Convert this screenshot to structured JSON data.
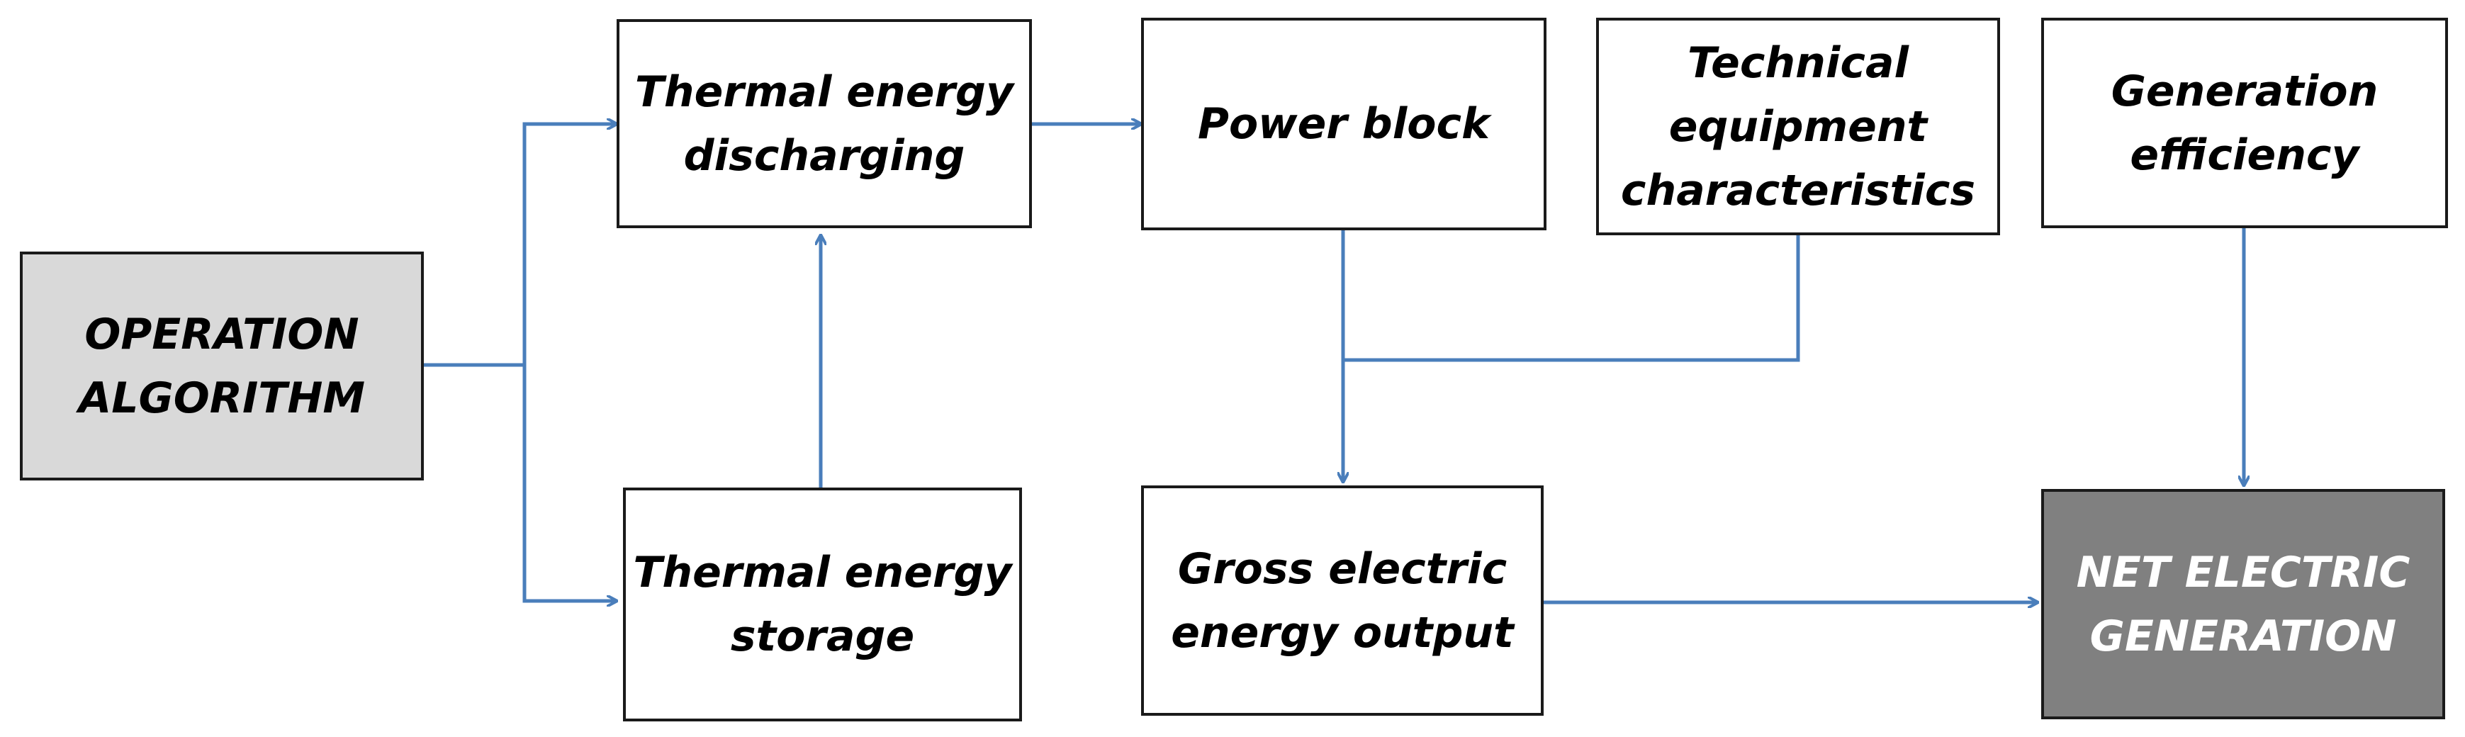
{
  "diagram": {
    "nodes": {
      "operation_algorithm": {
        "lines": [
          "OPERATION",
          "ALGORITHM"
        ]
      },
      "thermal_energy_discharging": {
        "lines": [
          "Thermal energy",
          "discharging"
        ]
      },
      "thermal_energy_storage": {
        "lines": [
          "Thermal energy",
          "storage"
        ]
      },
      "power_block": {
        "lines": [
          "Power block"
        ]
      },
      "technical_equipment_characteristics": {
        "lines": [
          "Technical",
          "equipment",
          "characteristics"
        ]
      },
      "generation_efficiency": {
        "lines": [
          "Generation",
          "efficiency"
        ]
      },
      "gross_electric_energy_output": {
        "lines": [
          "Gross electric",
          "energy output"
        ]
      },
      "net_electric_generation": {
        "lines": [
          "NET ELECTRIC",
          "GENERATION"
        ]
      }
    },
    "colors": {
      "arrow": "#4a7ebb",
      "box_border": "#1a1a1a",
      "input_box_fill": "#d9d9d9",
      "output_box_fill": "#808080",
      "output_text": "#ffffff"
    }
  }
}
